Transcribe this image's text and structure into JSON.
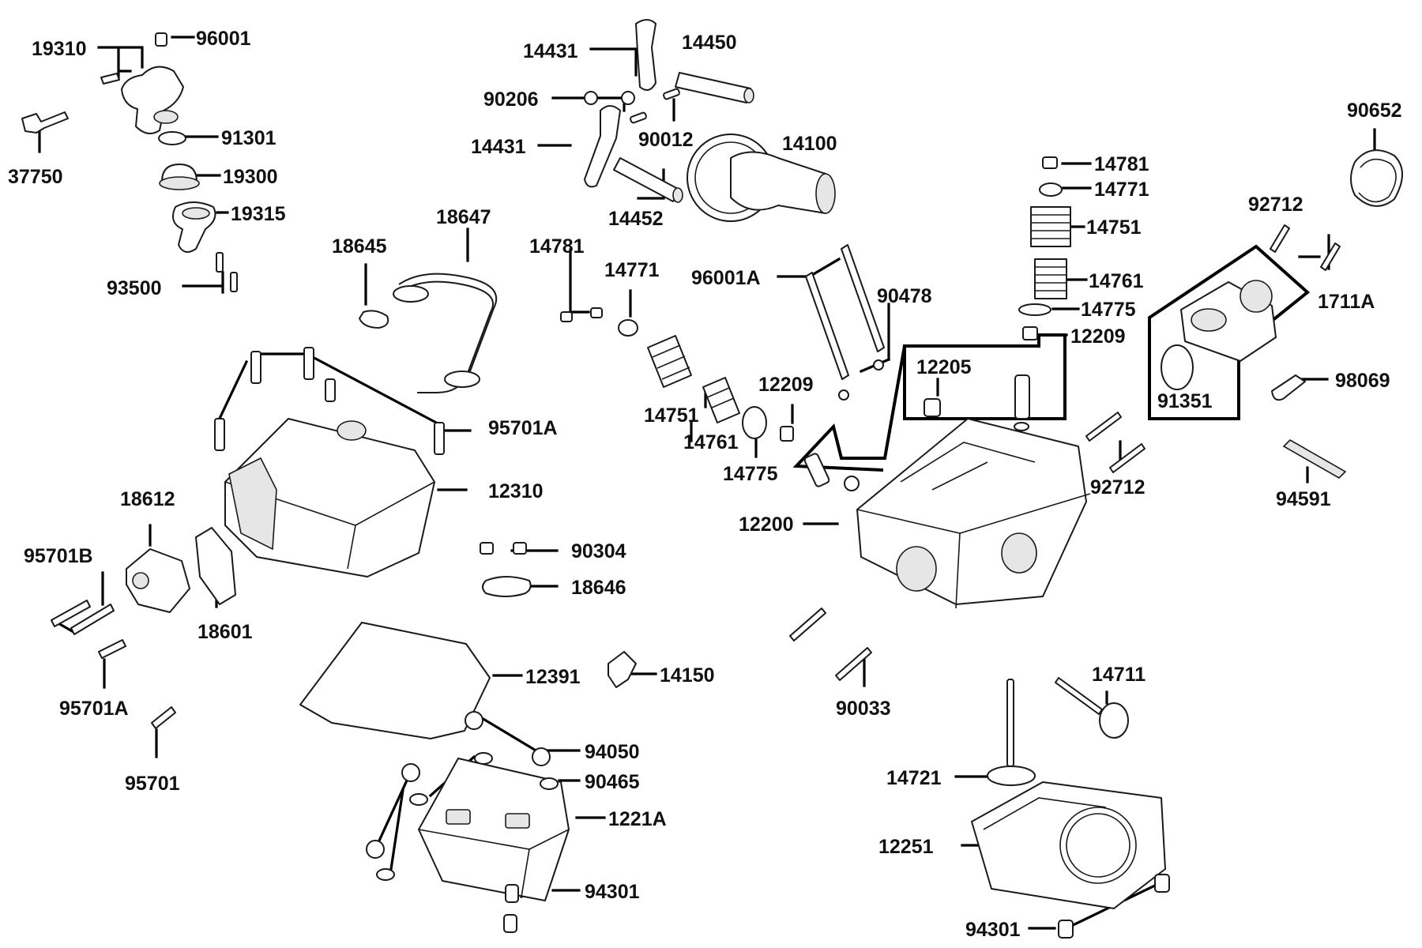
{
  "labels": {
    "l19310": "19310",
    "l96001": "96001",
    "l91301": "91301",
    "l37750": "37750",
    "l19300": "19300",
    "l19315": "19315",
    "l93500": "93500",
    "l14431a": "14431",
    "l14450": "14450",
    "l90206": "90206",
    "l90012": "90012",
    "l14431b": "14431",
    "l14100": "14100",
    "l14452": "14452",
    "l90652": "90652",
    "l92712a": "92712",
    "l1711A": "1711A",
    "l98069": "98069",
    "l91351": "91351",
    "l94591": "94591",
    "l92712b": "92712",
    "l14781a": "14781",
    "l14771a": "14771",
    "l14751a": "14751",
    "l14761a": "14761",
    "l14775a": "14775",
    "l12209a": "12209",
    "l18647": "18647",
    "l18645": "18645",
    "l14781b": "14781",
    "l14771b": "14771",
    "l96001A": "96001A",
    "l90478": "90478",
    "l12205": "12205",
    "l12209b": "12209",
    "l14751b": "14751",
    "l14761b": "14761",
    "l14775b": "14775",
    "l95701A1": "95701A",
    "l12310": "12310",
    "l18612": "18612",
    "l95701B": "95701B",
    "l18601": "18601",
    "l95701A2": "95701A",
    "l95701": "95701",
    "l90304": "90304",
    "l18646": "18646",
    "l12200": "12200",
    "l90033": "90033",
    "l12391": "12391",
    "l14150": "14150",
    "l14711": "14711",
    "l94050": "94050",
    "l90465": "90465",
    "l1221A": "1221A",
    "l94301a": "94301",
    "l94301b": "94301",
    "l14721": "14721",
    "l12251": "12251"
  }
}
